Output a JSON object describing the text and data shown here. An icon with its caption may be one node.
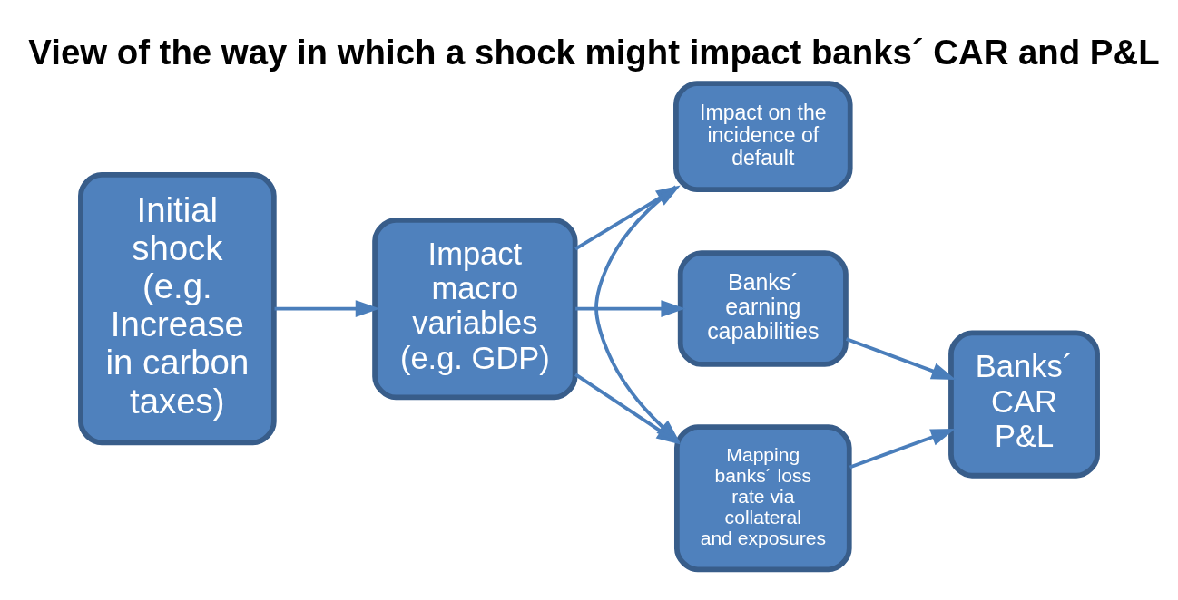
{
  "diagram": {
    "title": "View of the way in which a shock might impact banks´ CAR and P&L",
    "nodes": [
      {
        "text": [
          "Initial shock (e.g. Increase in carbon taxes)"
        ]
      },
      {
        "text": [
          "Impact macro variables (e.g. GDP)"
        ]
      },
      {
        "text": [
          "Mapping banks´ loss rate via collateral and exposures"
        ]
      },
      {
        "text": [
          "Impact on the incidence of default"
        ]
      },
      {
        "text": [
          "Banks´ earning capabilities"
        ]
      },
      {
        "text": [
          "Banks´ CAR P&L"
        ]
      }
    ],
    "edges": [
      {
        "from": 0,
        "to": 1,
        "arrow": "to"
      },
      {
        "from": 1,
        "to": 2,
        "arrow": "to"
      },
      {
        "from": 1,
        "to": 3,
        "arrow": "to"
      },
      {
        "from": 1,
        "to": 4,
        "arrow": "to"
      },
      {
        "from": 3,
        "to": 2,
        "arrow": "to"
      },
      {
        "from": 2,
        "to": 5,
        "arrow": "to"
      },
      {
        "from": 4,
        "to": 5,
        "arrow": "to"
      }
    ]
  }
}
